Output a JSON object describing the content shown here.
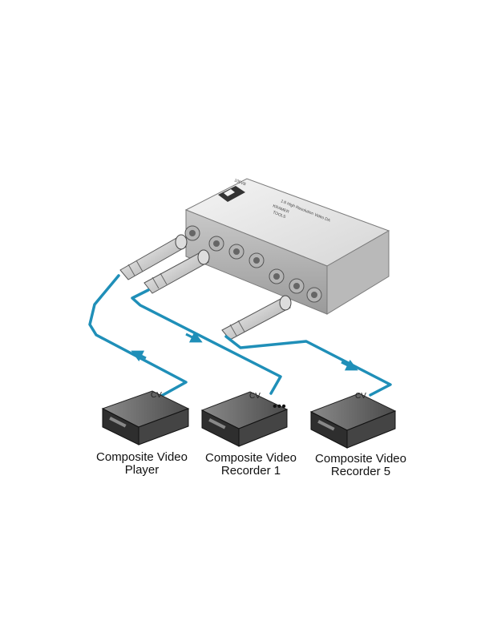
{
  "device": {
    "brand": "KRAMER",
    "model": "TOOLS",
    "description": "1:6 High Resolution Video DA",
    "model_number": "105VB"
  },
  "cable_color": "#1f8fb8",
  "signal_label": "CV",
  "ellipsis": "•••",
  "captions": {
    "player": [
      "Composite Video",
      "Player"
    ],
    "recorder1": [
      "Composite Video",
      "Recorder 1"
    ],
    "recorder5": [
      "Composite Video",
      "Recorder 5"
    ]
  }
}
